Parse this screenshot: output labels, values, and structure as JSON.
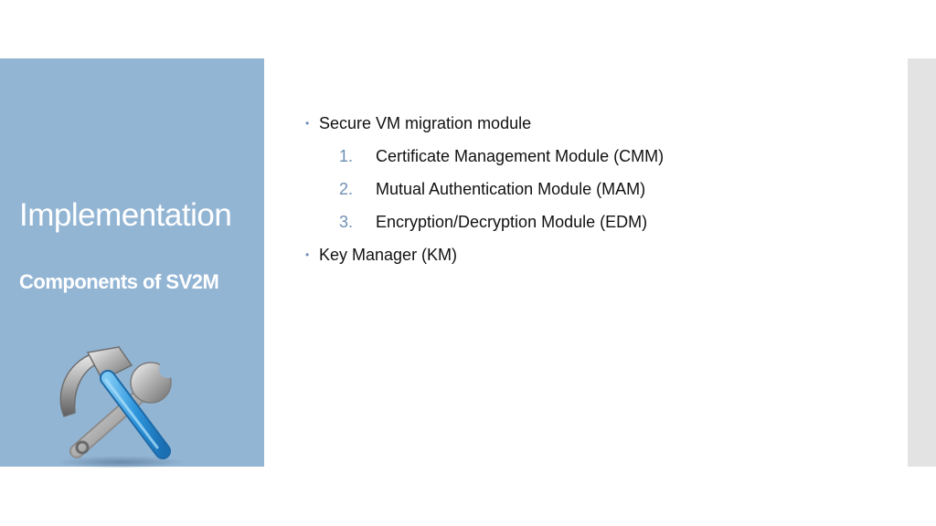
{
  "slide": {
    "title": "Implementation",
    "subtitle": "Components of SV2M",
    "illustration_icon": "hammer-and-wrench-icon",
    "colors": {
      "panel": "#93b5d4",
      "accent_blue": "#3d9fe0",
      "number_color": "#6e8fb4",
      "side_strip": "#e3e3e3"
    }
  },
  "content": {
    "bullet_1": "Secure VM migration module",
    "sub_items": [
      {
        "number": "1.",
        "text": "Certificate Management Module (CMM)"
      },
      {
        "number": "2.",
        "text": "Mutual Authentication Module (MAM)"
      },
      {
        "number": "3.",
        "text": "Encryption/Decryption Module (EDM)"
      }
    ],
    "bullet_2": "Key Manager (KM)"
  }
}
